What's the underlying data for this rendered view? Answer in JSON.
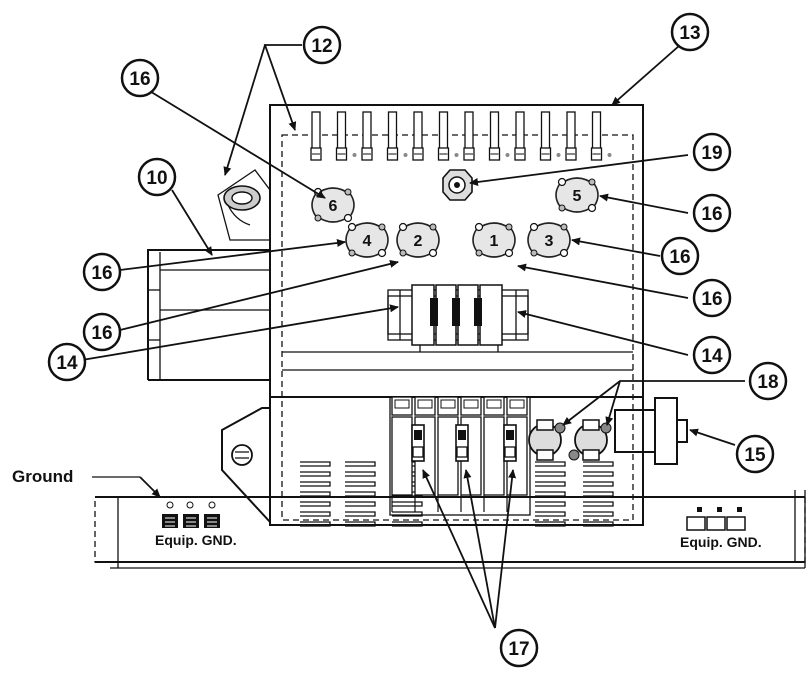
{
  "diagram": {
    "callouts": [
      {
        "id": "c12",
        "label": "12"
      },
      {
        "id": "c13",
        "label": "13"
      },
      {
        "id": "c16a",
        "label": "16"
      },
      {
        "id": "c10",
        "label": "10"
      },
      {
        "id": "c19",
        "label": "19"
      },
      {
        "id": "c16b",
        "label": "16"
      },
      {
        "id": "c16c",
        "label": "16"
      },
      {
        "id": "c16d",
        "label": "16"
      },
      {
        "id": "c16e",
        "label": "16"
      },
      {
        "id": "c16f",
        "label": "16"
      },
      {
        "id": "c14a",
        "label": "14"
      },
      {
        "id": "c14b",
        "label": "14"
      },
      {
        "id": "c18",
        "label": "18"
      },
      {
        "id": "c15",
        "label": "15"
      },
      {
        "id": "c17",
        "label": "17"
      }
    ],
    "breakers": [
      {
        "id": "b6",
        "label": "6"
      },
      {
        "id": "b4",
        "label": "4"
      },
      {
        "id": "b2",
        "label": "2"
      },
      {
        "id": "b1",
        "label": "1"
      },
      {
        "id": "b3",
        "label": "3"
      },
      {
        "id": "b5",
        "label": "5"
      }
    ],
    "ground_label": "Ground",
    "equip_gnd_left": "Equip. GND.",
    "equip_gnd_right": "Equip. GND."
  }
}
